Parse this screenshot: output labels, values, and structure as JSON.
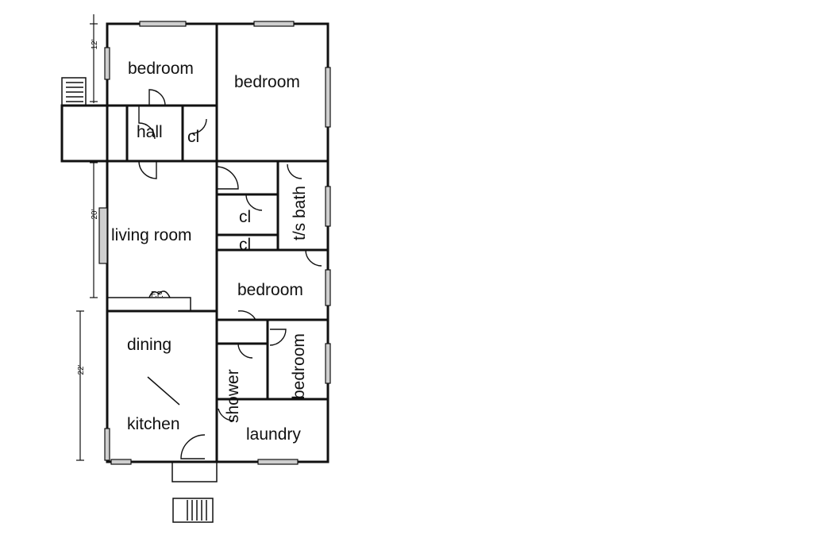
{
  "rooms": {
    "bedroom_nw": "bedroom",
    "bedroom_ne": "bedroom",
    "hall": "hall",
    "closet_hall": "cl",
    "closet_1": "cl",
    "closet_2": "cl",
    "ts_bath": "t/s bath",
    "living_room": "living room",
    "bedroom_mid": "bedroom",
    "dining": "dining",
    "kitchen": "kitchen",
    "shower": "shower",
    "bedroom_small": "bedroom",
    "laundry": "laundry",
    "fireplace": "F.P."
  },
  "dimensions": {
    "d1": "12'",
    "d2": "20'",
    "d3": "22'"
  }
}
